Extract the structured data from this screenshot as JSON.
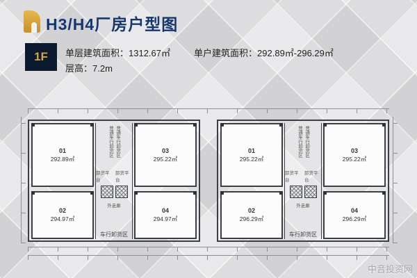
{
  "header": {
    "title": "H3/H4厂房户型图"
  },
  "info": {
    "floor_badge": "1F",
    "area_per_floor_label": "单层建筑面积：",
    "area_per_floor_value": "1312.67㎡",
    "area_per_unit_label": "单户建筑面积：",
    "area_per_unit_value": "292.89㎡-296.29㎡",
    "floor_height": "层高：7.2m"
  },
  "plan": {
    "blocks": [
      {
        "corridor_label": "普通车行卸货区",
        "corridor_label2": "普通车行卸货区",
        "platform_left": "卸货平台",
        "platform_right": "卸货平台",
        "walkway_label": "外走廊",
        "dock_label": "车行卸货区",
        "units": [
          {
            "id": "01",
            "area": "292.89㎡"
          },
          {
            "id": "03",
            "area": "295.22㎡"
          },
          {
            "id": "02",
            "area": "294.97㎡"
          },
          {
            "id": "04",
            "area": "294.97㎡"
          }
        ]
      },
      {
        "corridor_label": "普通车行卸货区",
        "corridor_label2": "普通车行卸货区",
        "platform_left": "卸货平台",
        "platform_right": "卸货平台",
        "walkway_label": "外走廊",
        "dock_label": "车行卸货区",
        "units": [
          {
            "id": "01",
            "area": "295.22㎡"
          },
          {
            "id": "03",
            "area": "295.22㎡"
          },
          {
            "id": "02",
            "area": "296.29㎡"
          },
          {
            "id": "04",
            "area": "296.29㎡"
          }
        ]
      }
    ]
  },
  "watermark": "中音投资网",
  "colors": {
    "title": "#16376e",
    "gold": "#d9a43b",
    "badge_bg": "#0c1a30"
  }
}
